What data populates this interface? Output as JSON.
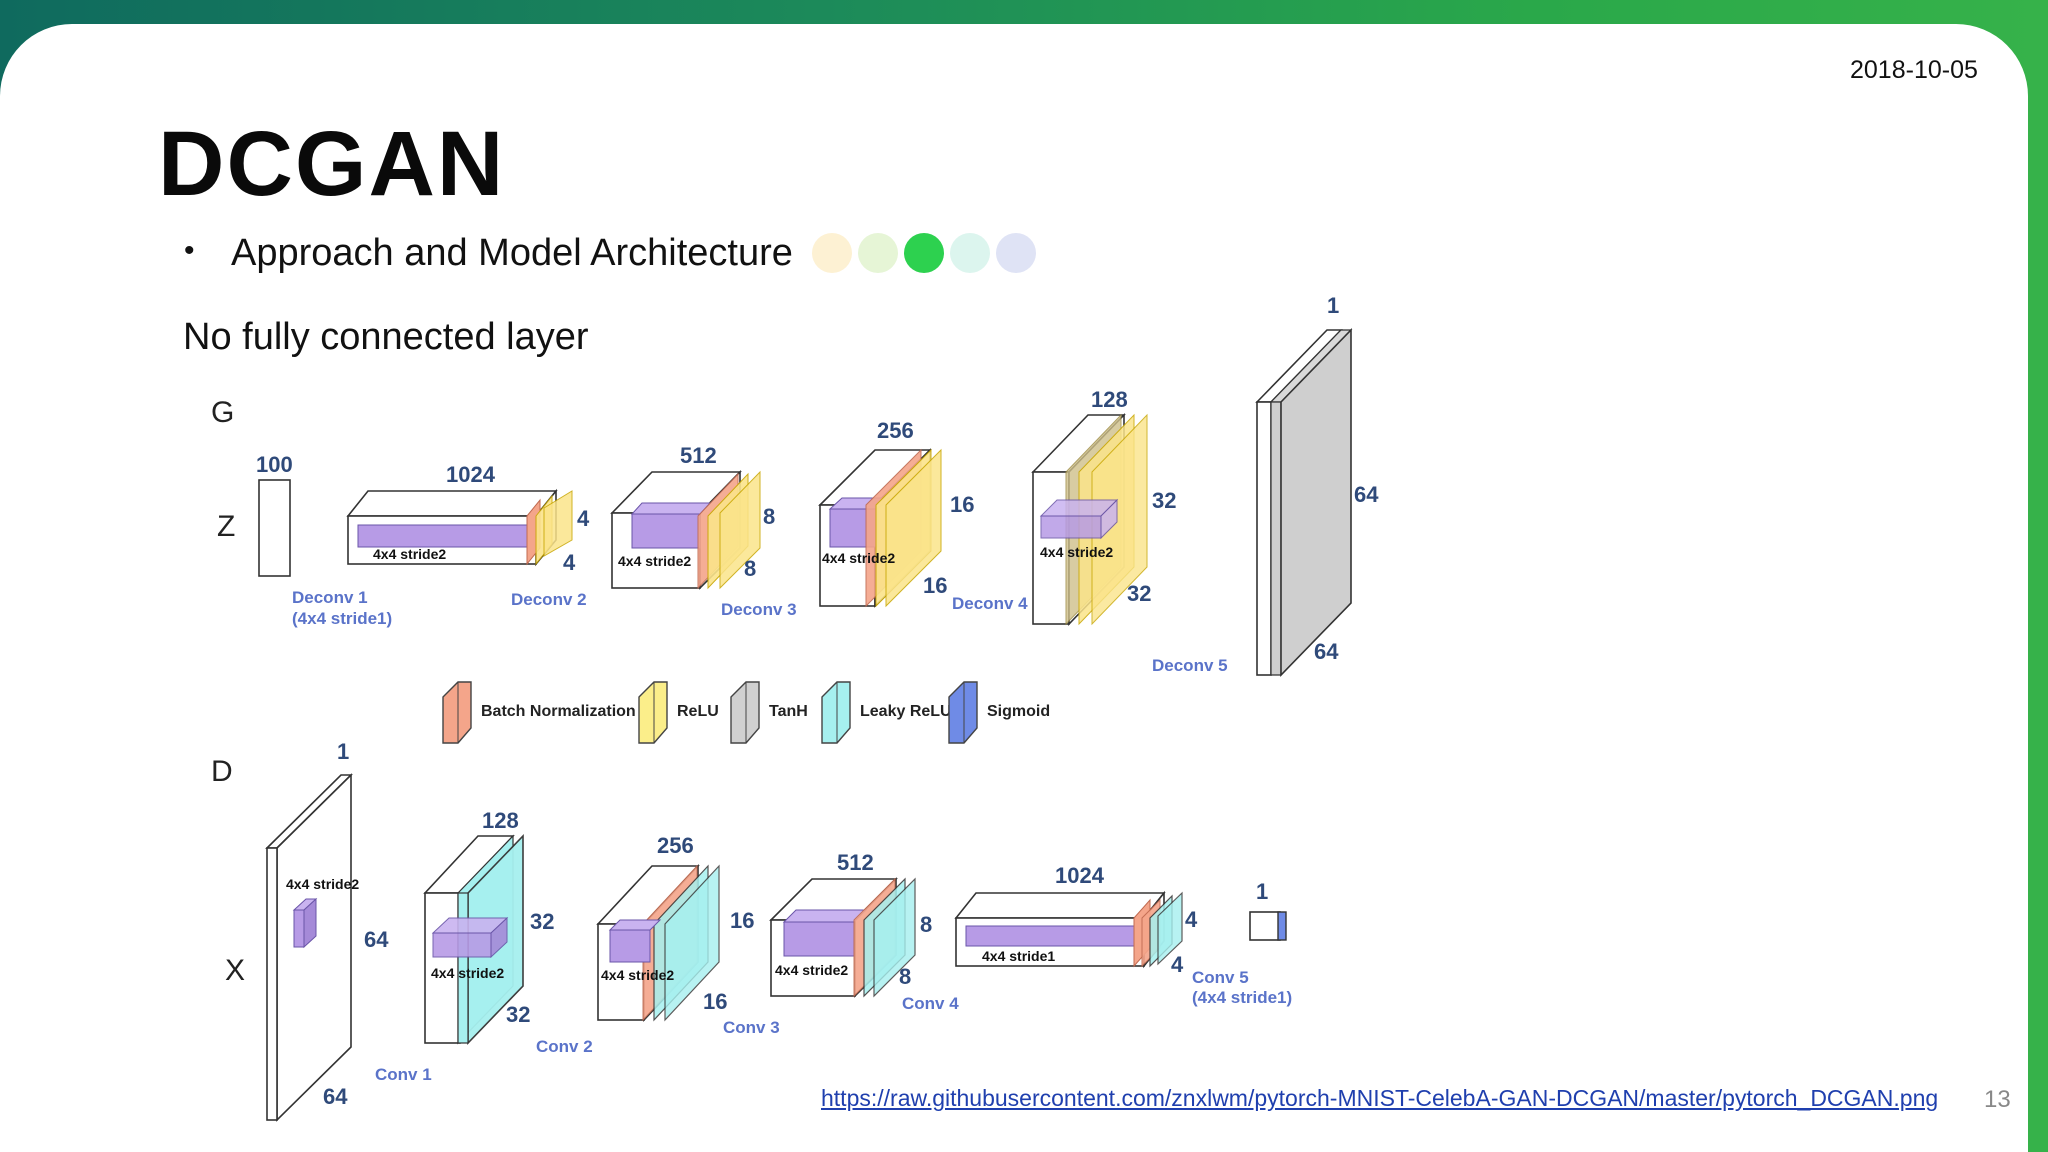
{
  "slide": {
    "date": "2018-10-05",
    "title": "DCGAN",
    "bullet": "Approach and Model Architecture",
    "progress_dots": [
      "#fdf1d3",
      "#e6f5d6",
      "#2dd14f",
      "#dcf5ee",
      "#dfe3f5"
    ],
    "subtitle": "No fully connected layer",
    "footer_link": "https://raw.githubusercontent.com/znxlwm/pytorch-MNIST-CelebA-GAN-DCGAN/master/pytorch_DCGAN.png",
    "page_number": "13"
  },
  "diagram": {
    "generator": {
      "label": "G",
      "input_label": "Z",
      "input_size": "100",
      "layers": [
        {
          "name": "Deconv 1",
          "note": "(4x4 stride1)",
          "channels": "1024",
          "size": "4",
          "kernel": "4x4 stride2"
        },
        {
          "name": "Deconv 2",
          "channels": "512",
          "size": "8",
          "kernel": "4x4 stride2"
        },
        {
          "name": "Deconv 3",
          "channels": "256",
          "size": "16",
          "kernel": "4x4 stride2"
        },
        {
          "name": "Deconv 4",
          "channels": "128",
          "size": "32",
          "kernel": "4x4 stride2"
        },
        {
          "name": "Deconv 5",
          "channels": "1",
          "size": "64"
        }
      ]
    },
    "legend": [
      {
        "label": "Batch Normalization",
        "color": "#f4a58a"
      },
      {
        "label": "ReLU",
        "color": "#fbee8a"
      },
      {
        "label": "TanH",
        "color": "#d0d0d0"
      },
      {
        "label": "Leaky ReLU",
        "color": "#a6f0ef"
      },
      {
        "label": "Sigmoid",
        "color": "#6f8be6"
      }
    ],
    "discriminator": {
      "label": "D",
      "input_label": "X",
      "input_channels": "1",
      "input_size": "64",
      "layers": [
        {
          "name": "Conv 1",
          "kernel": "4x4 stride2"
        },
        {
          "name": "Conv 2",
          "channels": "128",
          "size": "32",
          "kernel": "4x4 stride2"
        },
        {
          "name": "Conv 3",
          "channels": "256",
          "size": "16",
          "kernel": "4x4 stride2"
        },
        {
          "name": "Conv 4",
          "channels": "512",
          "size": "8",
          "kernel": "4x4 stride2"
        },
        {
          "name": "Conv 5",
          "note": "(4x4 stride1)",
          "channels": "1024",
          "size": "4",
          "kernel": "4x4 stride1"
        }
      ],
      "output_size": "1"
    },
    "colors": {
      "label_blue": "#2f4a7a",
      "caption_blue": "#5a73c9",
      "purple": "#b79be6",
      "bn": "#f4a58a",
      "relu": "#fbe48a",
      "tanh": "#cfcfcf",
      "leaky": "#a6f0ef",
      "sigmoid": "#6f8be6"
    }
  }
}
